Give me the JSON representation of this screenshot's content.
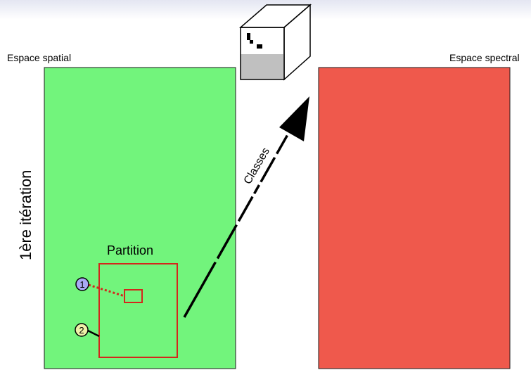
{
  "labels": {
    "spatial_space": "Espace spatial",
    "spectral_space": "Espace spectral",
    "iteration": "1ère itération",
    "partition": "Partition",
    "classes": "Classes",
    "marker_1": "1",
    "marker_2": "2"
  },
  "colors": {
    "spatial_fill": "#72f47c",
    "spectral_fill": "#ef594c",
    "partition_stroke": "#d4261c",
    "marker_1_fill": "#a9a9f5",
    "marker_2_fill": "#eef1a8",
    "cube_face": "#ffffff",
    "cube_bottom": "#c0c0c0"
  }
}
